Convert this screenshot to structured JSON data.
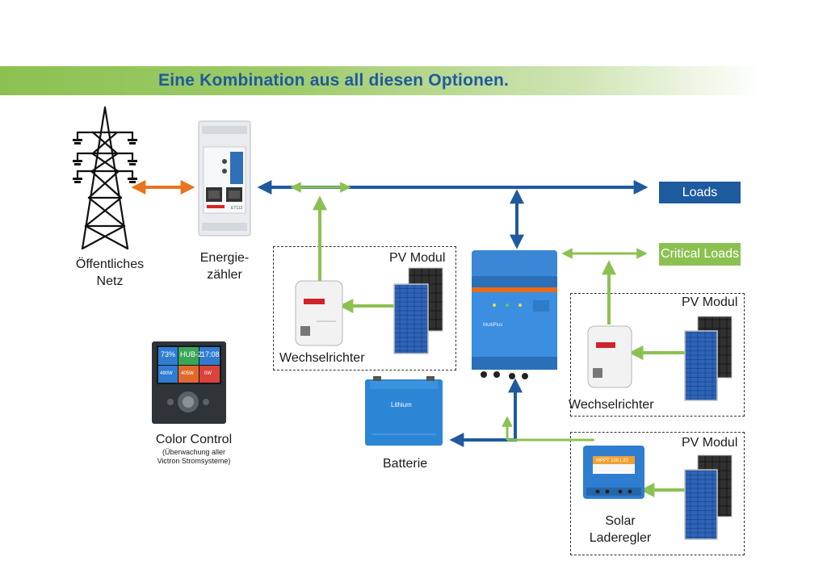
{
  "title": "Eine Kombination aus all diesen Optionen.",
  "labels": {
    "grid_line1": "Öffentliches",
    "grid_line2": "Netz",
    "meter_line1": "Energie-",
    "meter_line2": "zähler",
    "inverter1": "Wechselrichter",
    "inverter2": "Wechselrichter",
    "pv1": "PV Modul",
    "pv2": "PV Modul",
    "pv3": "PV Modul",
    "battery": "Batterie",
    "solar_line1": "Solar",
    "solar_line2": "Laderegler",
    "cc_title": "Color Control",
    "cc_sub1": "(Überwachung aller",
    "cc_sub2": "Victron Stromsysteme)",
    "loads": "Loads",
    "critical_loads": "Critical Loads"
  },
  "device_text": {
    "meter_model": "ET112",
    "battery_name": "Lithium",
    "mppt_model": "MPPT 100 | 20",
    "multiplus_name": "MultiPlus",
    "cc_tiles": [
      "73%",
      "HUB-2",
      "17:08",
      "490W",
      "405W",
      "0W"
    ]
  },
  "colors": {
    "blue_line": "#1e5a9e",
    "green_line": "#8cc152",
    "orange_line": "#e8741e",
    "victron_blue": "#2e7dd1"
  }
}
